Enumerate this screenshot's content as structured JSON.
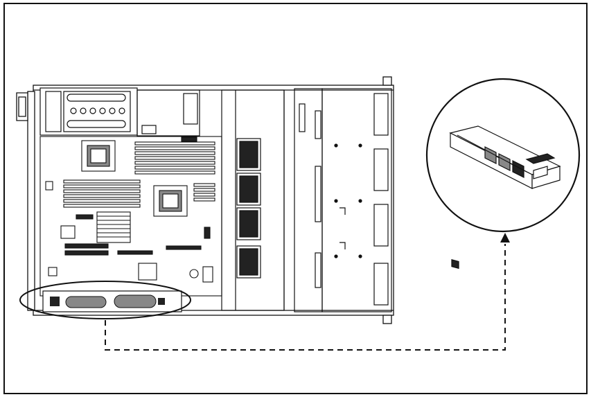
{
  "diagram": {
    "title": "",
    "labels": [],
    "colors": {
      "line": "#111111",
      "background": "#ffffff",
      "fill_light": "#ffffff",
      "fill_dark": "#222222",
      "fill_mid": "#888888"
    },
    "parts": {
      "server_chassis": "server-chassis",
      "system_board": "system-board",
      "processor_sockets": 2,
      "dimm_banks": 3,
      "fans": 4,
      "drive_bays": 4,
      "highlight_region": "battery-cache-area",
      "detail_component": "cache-battery-module"
    }
  }
}
